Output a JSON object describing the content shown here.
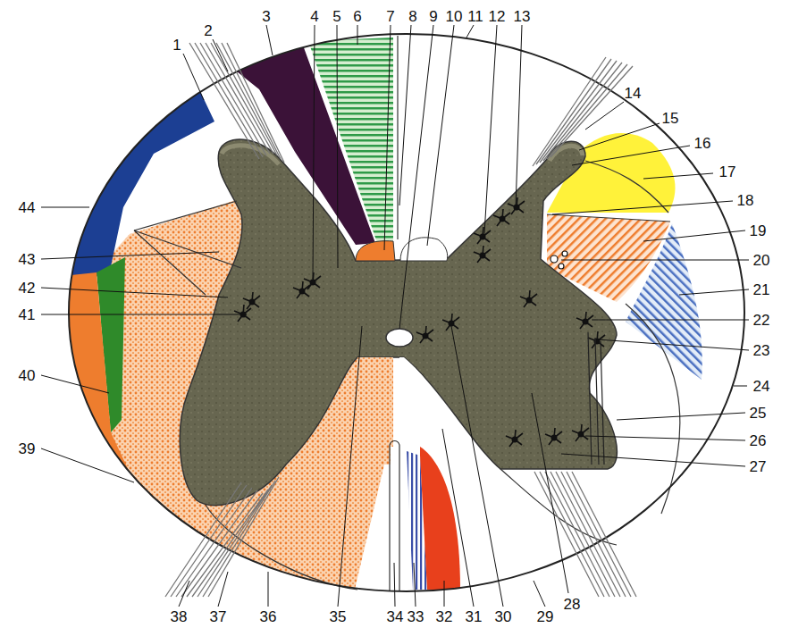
{
  "diagram": {
    "labels": [
      "1",
      "2",
      "3",
      "4",
      "5",
      "6",
      "7",
      "8",
      "9",
      "10",
      "11",
      "12",
      "13",
      "14",
      "15",
      "16",
      "17",
      "18",
      "19",
      "20",
      "21",
      "22",
      "23",
      "24",
      "25",
      "26",
      "27",
      "28",
      "29",
      "30",
      "31",
      "32",
      "33",
      "34",
      "35",
      "36",
      "37",
      "38",
      "39",
      "40",
      "41",
      "42",
      "43",
      "44"
    ]
  }
}
